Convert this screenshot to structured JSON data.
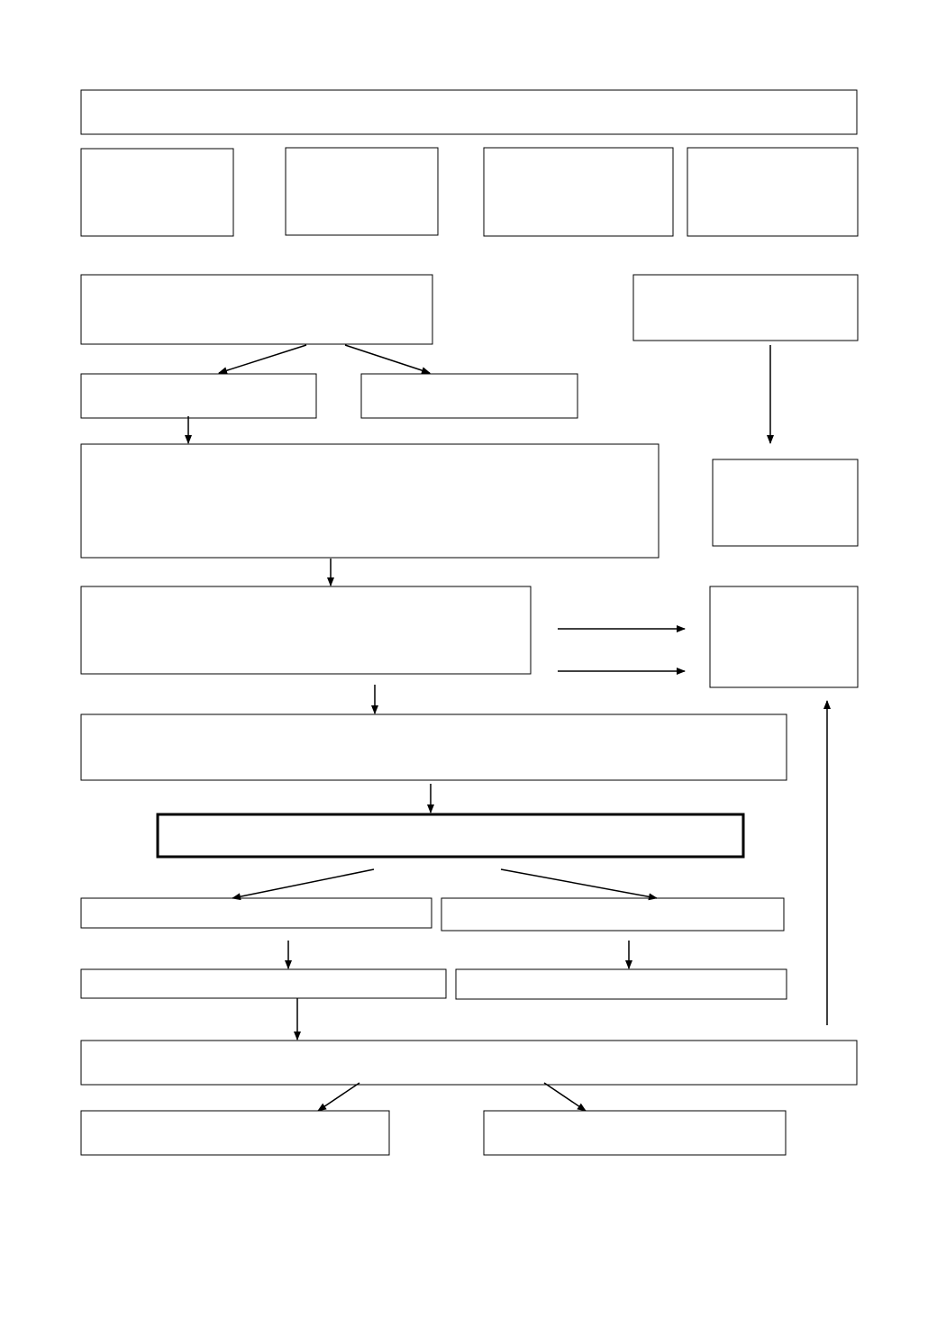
{
  "diagram": {
    "type": "flowchart",
    "colors": {
      "stroke": "#000000",
      "fill": "#ffffff"
    },
    "nodes": [
      {
        "id": "n-top-banner",
        "text": ""
      },
      {
        "id": "n-row1-a",
        "text": ""
      },
      {
        "id": "n-row1-b",
        "text": ""
      },
      {
        "id": "n-row1-c",
        "text": ""
      },
      {
        "id": "n-row1-d",
        "text": ""
      },
      {
        "id": "n-left-main",
        "text": ""
      },
      {
        "id": "n-right-main",
        "text": ""
      },
      {
        "id": "n-branch-left",
        "text": ""
      },
      {
        "id": "n-branch-right",
        "text": ""
      },
      {
        "id": "n-large-process",
        "text": ""
      },
      {
        "id": "n-right-small",
        "text": ""
      },
      {
        "id": "n-mid-process",
        "text": ""
      },
      {
        "id": "n-right-output",
        "text": ""
      },
      {
        "id": "n-wide-process",
        "text": ""
      },
      {
        "id": "n-decision-bar",
        "text": ""
      },
      {
        "id": "n-split-left-1",
        "text": ""
      },
      {
        "id": "n-split-right-1",
        "text": ""
      },
      {
        "id": "n-split-left-2",
        "text": ""
      },
      {
        "id": "n-split-right-2",
        "text": ""
      },
      {
        "id": "n-bottom-banner",
        "text": ""
      },
      {
        "id": "n-final-left",
        "text": ""
      },
      {
        "id": "n-final-right",
        "text": ""
      }
    ],
    "edges": [
      {
        "from": "n-left-main",
        "to": "n-branch-left"
      },
      {
        "from": "n-left-main",
        "to": "n-branch-right"
      },
      {
        "from": "n-branch-left",
        "to": "n-large-process"
      },
      {
        "from": "n-right-main",
        "to": "n-right-small"
      },
      {
        "from": "n-large-process",
        "to": "n-mid-process"
      },
      {
        "from": "n-mid-process",
        "to": "n-right-output"
      },
      {
        "from": "n-mid-process",
        "to": "n-right-output"
      },
      {
        "from": "n-mid-process",
        "to": "n-wide-process"
      },
      {
        "from": "n-wide-process",
        "to": "n-decision-bar"
      },
      {
        "from": "n-decision-bar",
        "to": "n-split-left-1"
      },
      {
        "from": "n-decision-bar",
        "to": "n-split-right-1"
      },
      {
        "from": "n-split-left-1",
        "to": "n-split-left-2"
      },
      {
        "from": "n-split-right-1",
        "to": "n-split-right-2"
      },
      {
        "from": "n-split-left-2",
        "to": "n-bottom-banner"
      },
      {
        "from": "n-bottom-banner",
        "to": "n-right-output"
      },
      {
        "from": "n-bottom-banner",
        "to": "n-final-left"
      },
      {
        "from": "n-bottom-banner",
        "to": "n-final-right"
      }
    ]
  }
}
